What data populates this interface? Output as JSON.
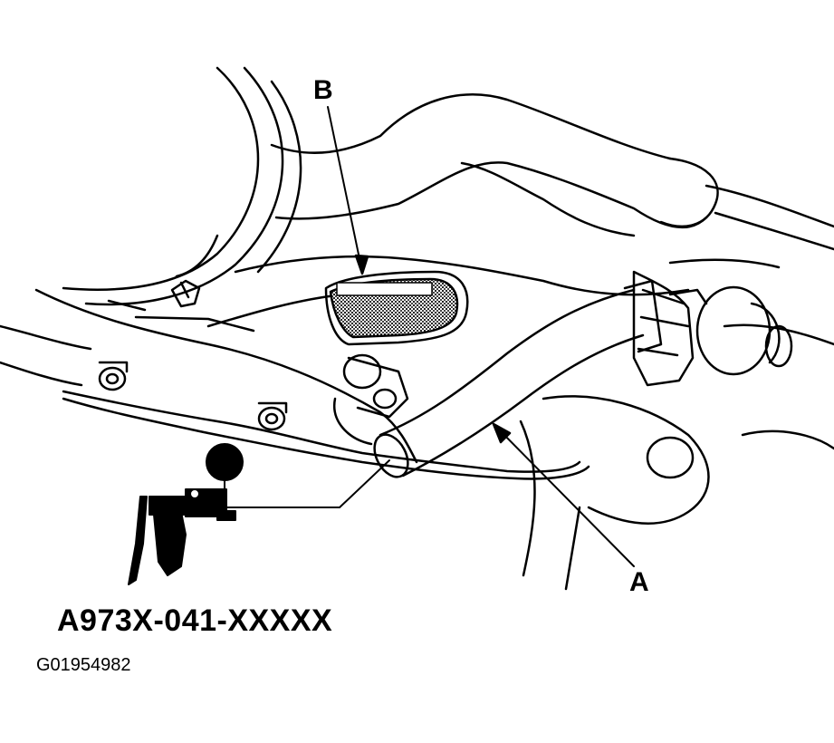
{
  "labels": {
    "component_b": "B",
    "component_a": "A"
  },
  "tool": {
    "part_number": "A973X-041-XXXXX"
  },
  "figure": {
    "id": "G01954982"
  },
  "colors": {
    "line": "#000000",
    "background": "#ffffff",
    "filter_mesh": "#555555"
  }
}
